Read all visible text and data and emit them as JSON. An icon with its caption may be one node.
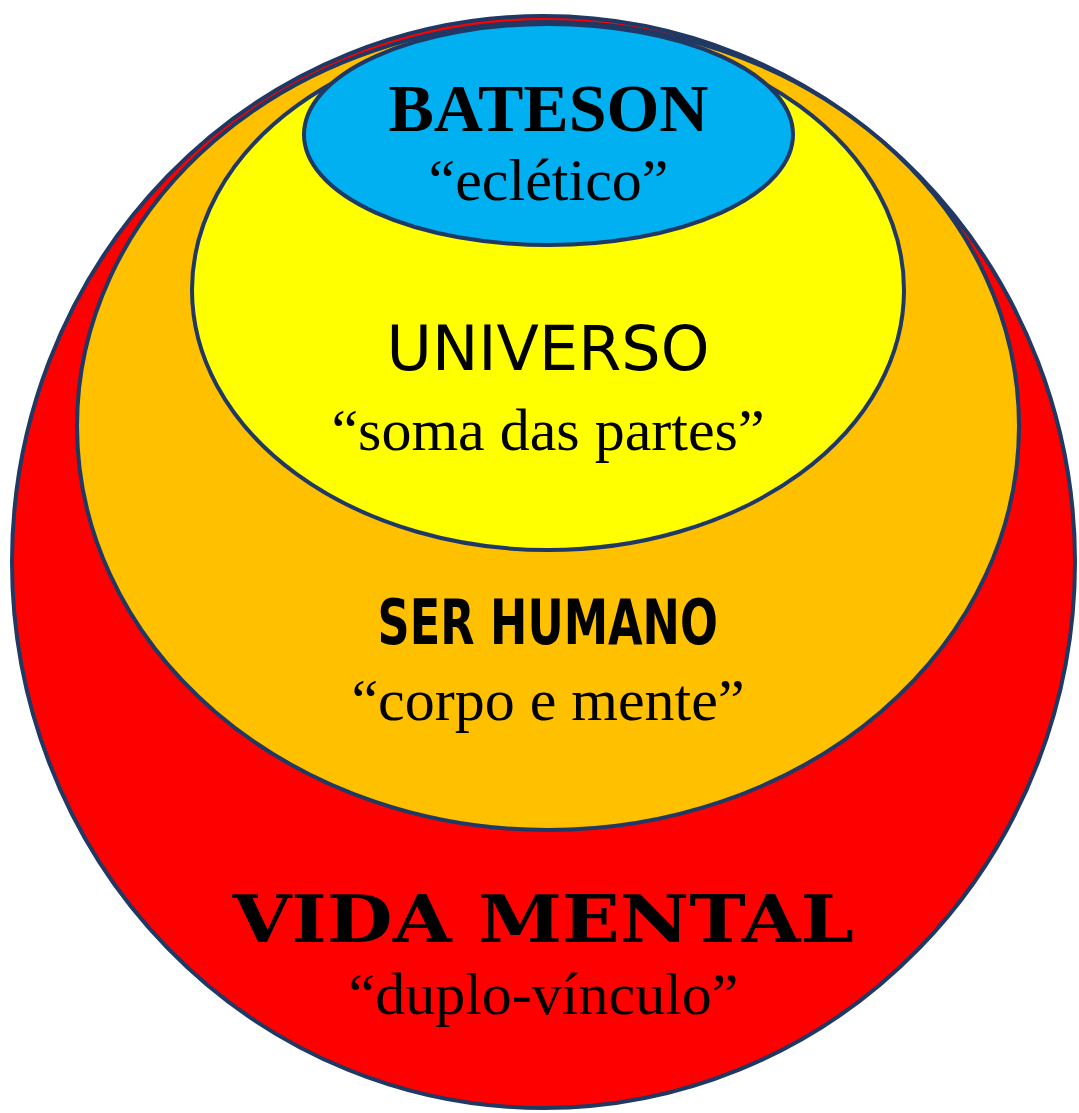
{
  "diagram": {
    "nodes": [
      {
        "text": [
          "VIDA MENTAL",
          "“duplo-vínculo”"
        ]
      },
      {
        "text": [
          "SER HUMANO",
          "“corpo e mente”"
        ],
        "in": 0
      },
      {
        "text": [
          "UNIVERSO",
          "“soma das partes”"
        ],
        "in": 1
      },
      {
        "text": [
          "BATESON",
          "“eclético”"
        ],
        "in": 2
      }
    ]
  }
}
